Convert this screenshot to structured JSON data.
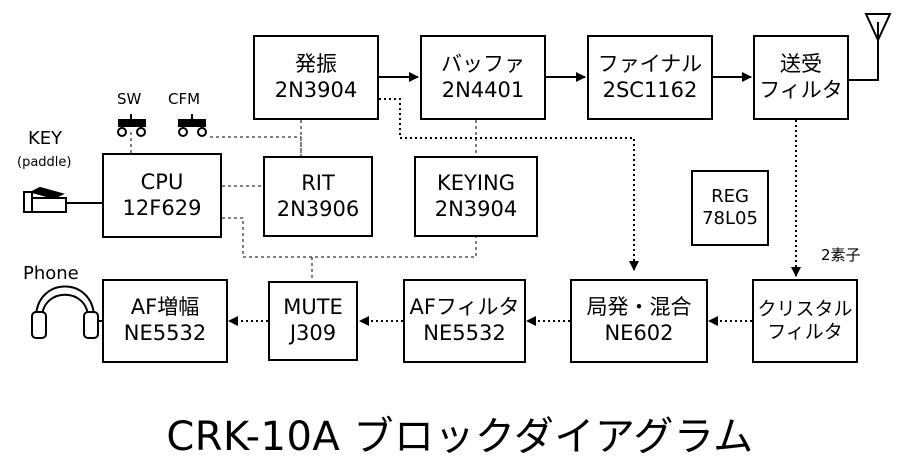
{
  "title": "CRK-10A ブロックダイアグラム",
  "blocks": {
    "osc": {
      "line1": "発振",
      "line2": "2N3904"
    },
    "buffer": {
      "line1": "バッファ",
      "line2": "2N4401"
    },
    "final": {
      "line1": "ファイナル",
      "line2": "2SC1162"
    },
    "txrx_filter": {
      "line1": "送受",
      "line2": "フィルタ"
    },
    "cpu": {
      "line1": "CPU",
      "line2": "12F629"
    },
    "rit": {
      "line1": "RIT",
      "line2": "2N3906"
    },
    "keying": {
      "line1": "KEYING",
      "line2": "2N3904"
    },
    "reg": {
      "line1": "REG",
      "line2": "78L05"
    },
    "af_amp": {
      "line1": "AF増幅",
      "line2": "NE5532"
    },
    "mute": {
      "line1": "MUTE",
      "line2": "J309"
    },
    "af_filter": {
      "line1": "AFフィルタ",
      "line2": "NE5532"
    },
    "mixer": {
      "line1": "局発・混合",
      "line2": "NE602"
    },
    "crystal_filter": {
      "line1": "クリスタル",
      "line2": "フィルタ"
    }
  },
  "labels": {
    "sw": "SW",
    "cfm": "CFM",
    "key": "KEY",
    "paddle": "(paddle)",
    "phone": "Phone",
    "two_element": "2素子"
  },
  "icons": {
    "antenna": "antenna-icon",
    "paddle": "paddle-key-icon",
    "headphones": "headphones-icon",
    "switch": "push-switch-icon"
  },
  "colors": {
    "line": "#000000",
    "background": "#ffffff"
  }
}
